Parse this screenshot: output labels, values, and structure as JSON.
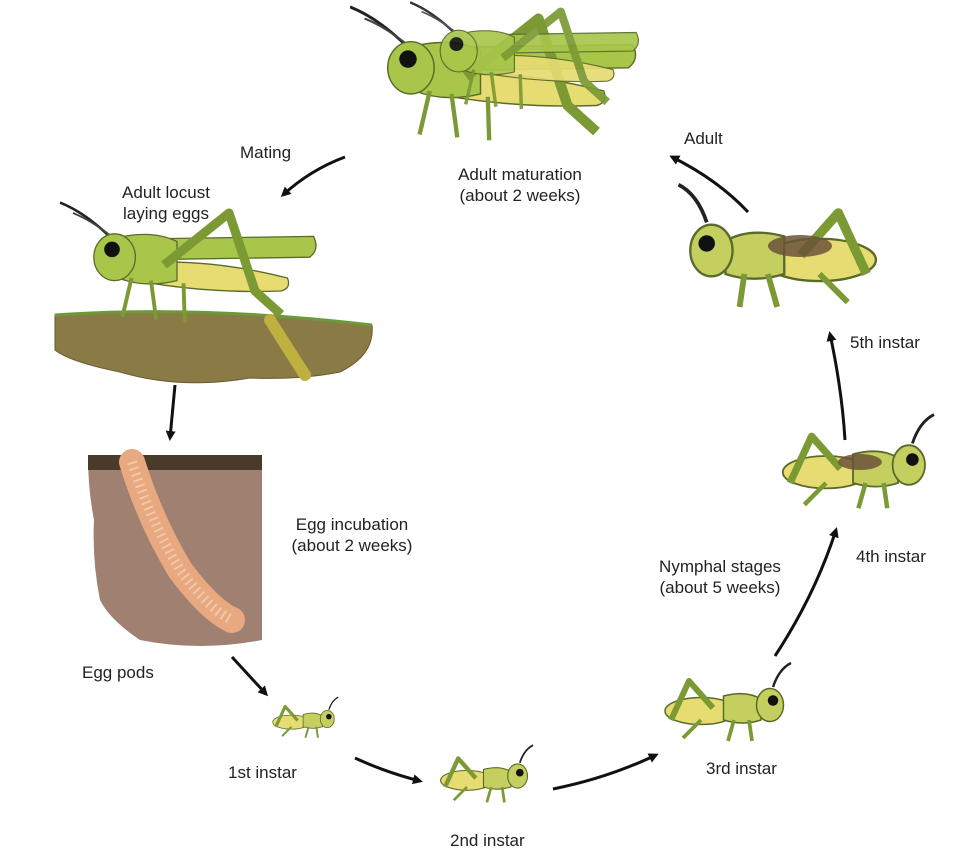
{
  "labels": {
    "mating": "Mating",
    "adult_locust_line1": "Adult locust",
    "adult_locust_line2": "laying eggs",
    "adult_maturation_line1": "Adult maturation",
    "adult_maturation_line2": "(about 2 weeks)",
    "adult": "Adult",
    "egg_incubation_line1": "Egg incubation",
    "egg_incubation_line2": "(about 2 weeks)",
    "egg_pods": "Egg pods",
    "instar_1": "1st instar",
    "instar_2": "2nd instar",
    "instar_3": "3rd instar",
    "instar_4": "4th instar",
    "instar_5": "5th instar",
    "nymphal_line1": "Nymphal stages",
    "nymphal_line2": "(about 5 weeks)"
  },
  "colors": {
    "body_green": "#a8c64a",
    "body_dark_green": "#6f9a2c",
    "belly_yellow": "#e6dc72",
    "wing_yellow": "#f0eca0",
    "wing_brown": "#6b5238",
    "soil_top": "#8a7a45",
    "soil_pod": "#a08070",
    "egg_orange": "#e8a880",
    "arrow": "#111111"
  }
}
